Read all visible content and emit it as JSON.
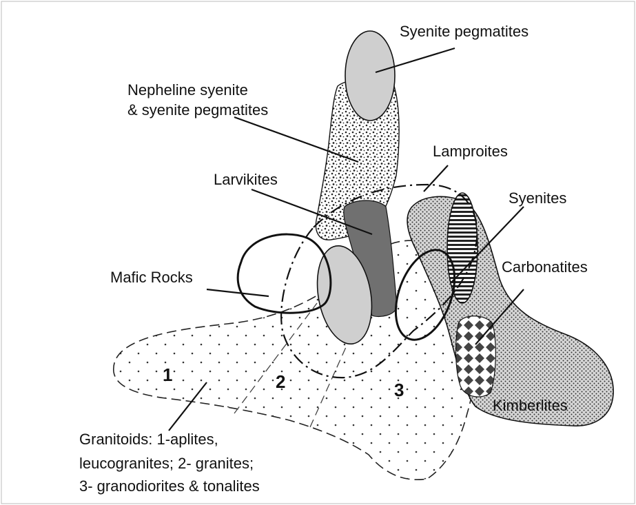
{
  "diagram": {
    "labels": {
      "syenite_pegmatites": "Syenite pegmatites",
      "nepheline_line1": "Nepheline syenite",
      "nepheline_line2": "& syenite pegmatites",
      "lamproites": "Lamproites",
      "larvikites": "Larvikites",
      "syenites": "Syenites",
      "mafic_rocks": "Mafic Rocks",
      "carbonatites": "Carbonatites",
      "kimberlites": "Kimberlites",
      "granitoids_line1": "Granitoids: 1-aplites,",
      "granitoids_line2": "leucogranites; 2- granites;",
      "granitoids_line3": "3- granodiorites & tonalites"
    },
    "zone_numbers": {
      "zone1": "1",
      "zone2": "2",
      "zone3": "3"
    }
  }
}
